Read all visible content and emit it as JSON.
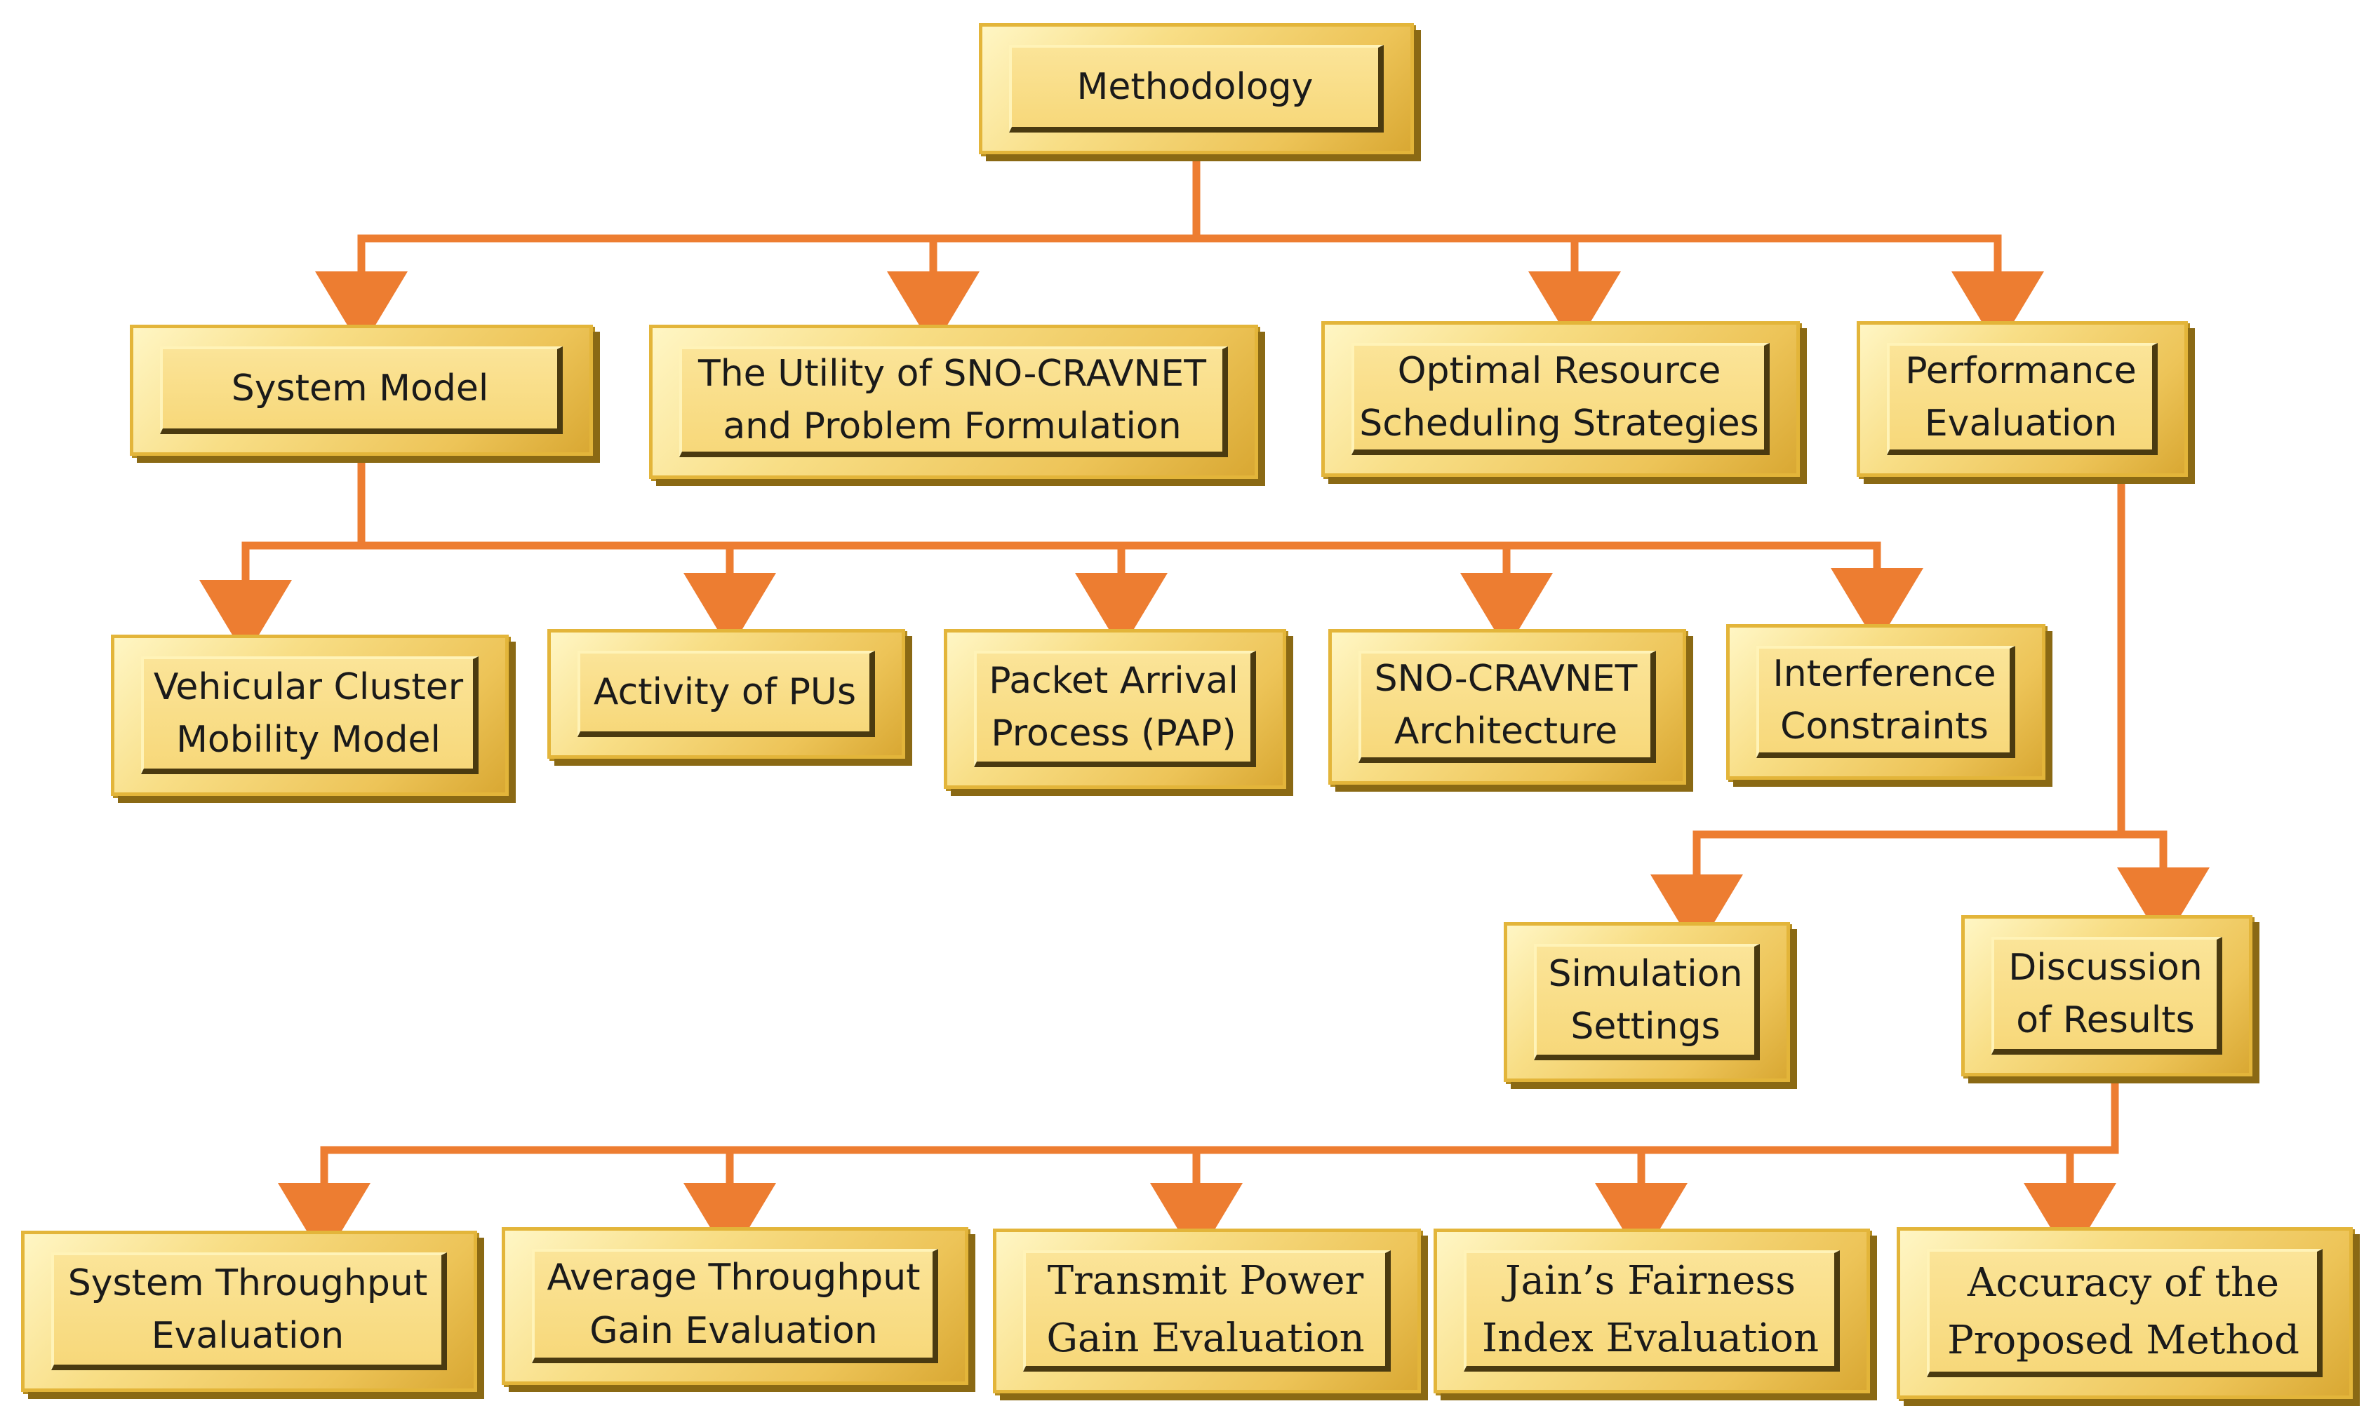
{
  "root": {
    "label": "Methodology"
  },
  "level1": [
    {
      "label": "System Model"
    },
    {
      "label": "The Utility of SNO-CRAVNET\nand Problem Formulation"
    },
    {
      "label": "Optimal Resource\nScheduling Strategies"
    },
    {
      "label": "Performance\nEvaluation"
    }
  ],
  "system_model_children": [
    {
      "label": "Vehicular Cluster\nMobility Model"
    },
    {
      "label": "Activity of PUs"
    },
    {
      "label": "Packet Arrival\nProcess (PAP)"
    },
    {
      "label": "SNO-CRAVNET\nArchitecture"
    },
    {
      "label": "Interference\nConstraints"
    }
  ],
  "performance_children": [
    {
      "label": "Simulation\nSettings"
    },
    {
      "label": "Discussion\nof Results"
    }
  ],
  "results_children": [
    {
      "label": "System Throughput\nEvaluation"
    },
    {
      "label": "Average Throughput\nGain Evaluation"
    },
    {
      "label": "Transmit Power\nGain Evaluation"
    },
    {
      "label": "Jain’s Fairness\nIndex Evaluation"
    },
    {
      "label": "Accuracy of the\nProposed Method"
    }
  ],
  "colors": {
    "connector": "#ed7d31",
    "box_fill": "#f8de86",
    "box_border": "#e3b53a"
  }
}
